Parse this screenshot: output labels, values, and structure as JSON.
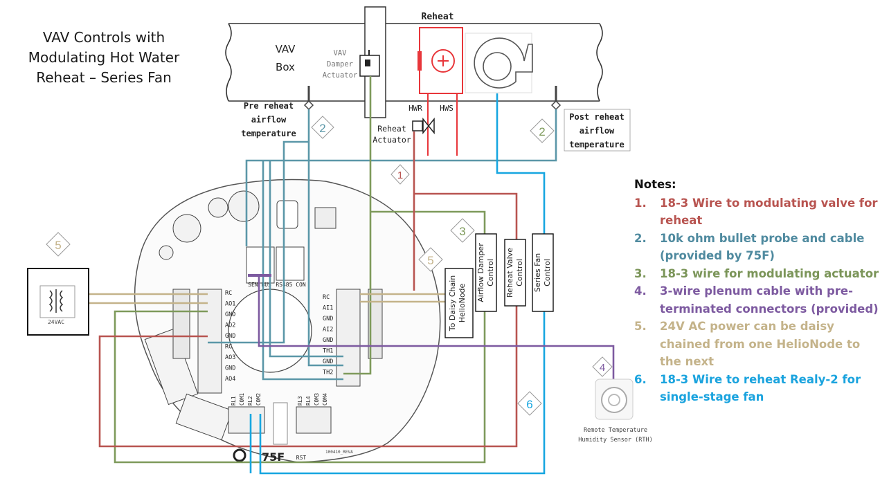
{
  "title": "VAV Controls with Modulating Hot Water Reheat – Series Fan",
  "labels": {
    "vav_box": "VAV Box",
    "damper_actuator": "VAV Damper Actuator",
    "reheat": "Reheat",
    "hwr": "HWR",
    "hws": "HWS",
    "reheat_actuator": "Reheat Actuator",
    "pre_reheat": "Pre reheat airflow temperature",
    "post_reheat": "Post reheat airflow temperature",
    "transformer": "24VAC",
    "daisy_chain": "To Daisy Chain HelioNode",
    "airflow_damper": "Airflow Damper Control",
    "reheat_valve": "Reheat Valve Control",
    "series_fan": "Series Fan Control",
    "rth": "Remote Temperature Humidity Sensor (RTH)",
    "board_brand": "75F",
    "sen_bus": "SEN BUS",
    "rs485": "RS485 CON",
    "rst": "RST",
    "board_rev": "100410_REVA"
  },
  "badges": [
    {
      "id": "b1",
      "text": "1"
    },
    {
      "id": "b2a",
      "text": "2"
    },
    {
      "id": "b2b",
      "text": "2"
    },
    {
      "id": "b3",
      "text": "3"
    },
    {
      "id": "b4",
      "text": "4"
    },
    {
      "id": "b5a",
      "text": "5"
    },
    {
      "id": "b5b",
      "text": "5"
    },
    {
      "id": "b6",
      "text": "6"
    }
  ],
  "terminals": {
    "left": [
      "RC",
      "AO1",
      "GND",
      "AO2",
      "GND",
      "RC",
      "AO3",
      "GND",
      "AO4"
    ],
    "mid": [
      "RC",
      "AI1",
      "GND",
      "AI2",
      "GND",
      "TH1",
      "GND",
      "TH2"
    ],
    "relays_a": [
      "RL1",
      "COM1",
      "RL2",
      "COM2"
    ],
    "relays_b": [
      "RL3",
      "RL4",
      "COM3",
      "COM4"
    ]
  },
  "notes": {
    "heading": "Notes:",
    "items": [
      {
        "num": "1.",
        "text": "18-3 Wire to modulating valve for reheat",
        "color": "#b85450"
      },
      {
        "num": "2.",
        "text": "10k ohm bullet probe and cable (provided by 75F)",
        "color": "#4f8a9f"
      },
      {
        "num": "3.",
        "text": "18-3 wire for modulating actuator",
        "color": "#7b9559"
      },
      {
        "num": "4.",
        "text": "3-wire plenum cable with pre-terminated connectors (provided)",
        "color": "#7d5aa0"
      },
      {
        "num": "5.",
        "text": "24V AC power can be daisy chained from one HelioNode to the next",
        "color": "#c4b38a"
      },
      {
        "num": "6.",
        "text": "18-3 Wire to reheat Realy-2 for single-stage fan",
        "color": "#1aa3de"
      }
    ]
  },
  "colors": {
    "red_wire": "#b85450",
    "teal_wire": "#5b97a8",
    "green_wire": "#7e9a5b",
    "purple_wire": "#7d5aa0",
    "tan_wire": "#c4b38a",
    "blue_wire": "#17a6e0",
    "reheat_coil": "#e8363a"
  }
}
